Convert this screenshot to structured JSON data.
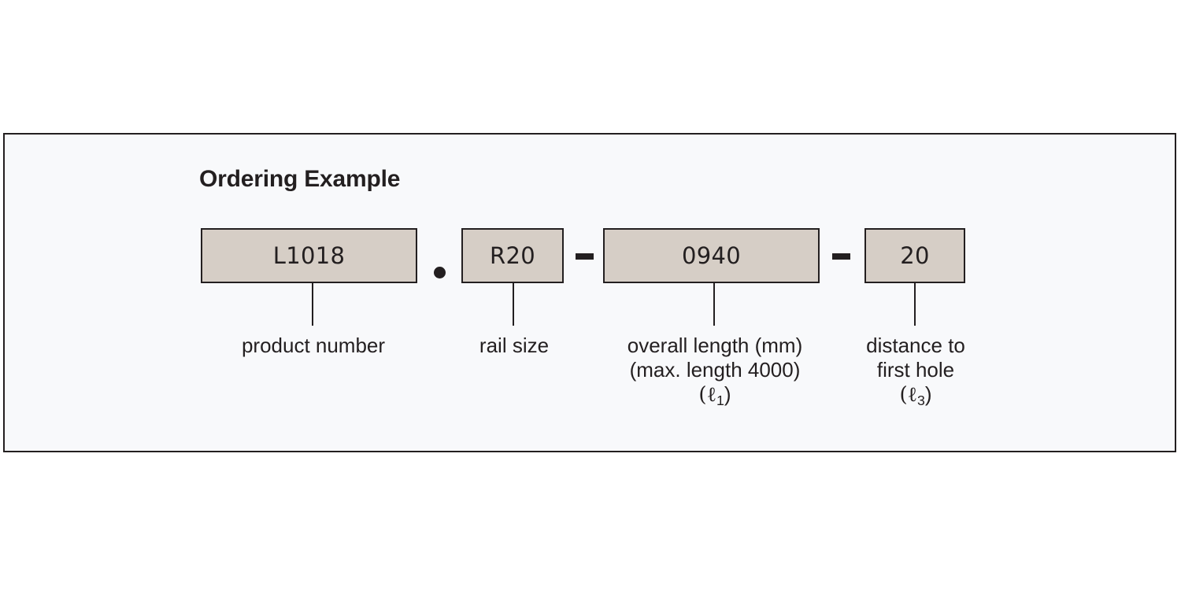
{
  "panel": {
    "title": "Ordering Example",
    "background_color": "#f8f9fb",
    "border_color": "#231f20",
    "box_fill_color": "#d6cec6"
  },
  "segments": [
    {
      "id": "product-number",
      "code": "L1018",
      "caption_lines": [
        "product number"
      ],
      "symbol_prefix": ""
    },
    {
      "id": "rail-size",
      "code": "R20",
      "caption_lines": [
        "rail size"
      ],
      "symbol_prefix": "•"
    },
    {
      "id": "overall-length",
      "code": "0940",
      "caption_lines": [
        "overall length (mm)",
        "(max. length 4000)"
      ],
      "caption_symbol": "(ℓ",
      "caption_symbol_sub": "1",
      "caption_symbol_end": ")",
      "symbol_prefix": "–"
    },
    {
      "id": "distance-first-hole",
      "code": "20",
      "caption_lines": [
        "distance to",
        "first hole"
      ],
      "caption_symbol": "(ℓ",
      "caption_symbol_sub": "3",
      "caption_symbol_end": ")",
      "symbol_prefix": "–"
    }
  ]
}
